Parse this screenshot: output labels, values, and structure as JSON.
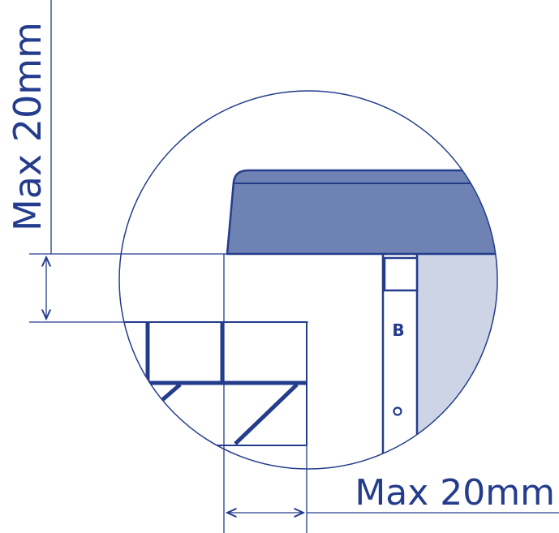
{
  "labels": {
    "vertical_dimension": "Max 20mm",
    "horizontal_dimension": "Max 20mm",
    "post_letter": "B"
  },
  "colors": {
    "line": "#243c8c",
    "cap_fill": "#6e82b4",
    "panel_fill": "#ccd4e6",
    "background": "#ffffff"
  }
}
